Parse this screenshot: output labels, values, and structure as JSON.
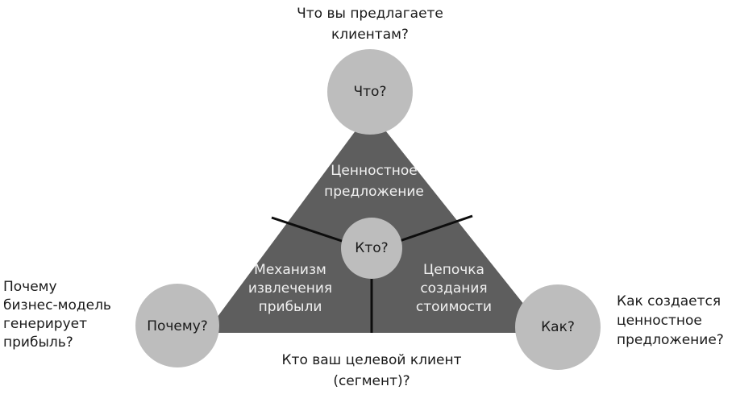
{
  "questions": {
    "top": "Что вы предлагаете\nклиентам?",
    "left": "Почему\nбизнес-модель\nгенерирует\nприбыль?",
    "right": "Как создается\nценностное\nпредложение?",
    "bottom": "Кто ваш целевой клиент\n(сегмент)?"
  },
  "segments": {
    "top": "Ценностное\nпредложение",
    "left": "Механизм\nизвлечения\nприбыли",
    "right": "Цепочка\nсоздания\nстоимости"
  },
  "circles": {
    "top": "Что?",
    "center": "Кто?",
    "left": "Почему?",
    "right": "Как?"
  },
  "colors": {
    "triangle": "#5e5e5e",
    "circle": "#bdbdbd",
    "divider": "#0d0d0d"
  }
}
